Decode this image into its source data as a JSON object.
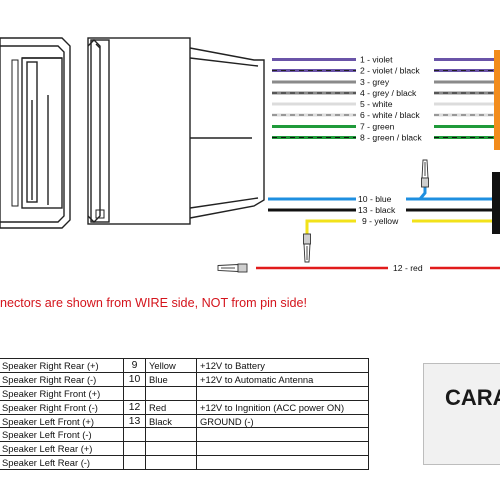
{
  "wires_top": [
    {
      "label": "1 - violet",
      "color": "#6a54a8"
    },
    {
      "label": "2 - violet / black",
      "color": "#6a54a8"
    },
    {
      "label": "3 - grey",
      "color": "#8a8a8a"
    },
    {
      "label": "4 - grey / black",
      "color": "#8a8a8a"
    },
    {
      "label": "5 - white",
      "color": "#dcdcdc"
    },
    {
      "label": "6 - white / black",
      "color": "#dcdcdc"
    },
    {
      "label": "7 - green",
      "color": "#1f9a3a"
    },
    {
      "label": "8 - green / black",
      "color": "#1f9a3a"
    }
  ],
  "wires_mid": [
    {
      "label": "10 - blue",
      "color": "#1e8fe0"
    },
    {
      "label": "13 - black",
      "color": "#111111"
    },
    {
      "label": "9 - yellow",
      "color": "#f2e21a"
    }
  ],
  "wire_red": {
    "label": "12 - red",
    "color": "#e11b1b"
  },
  "warning": "nectors are shown from WIRE side, NOT from pin side!",
  "pin_table": [
    [
      "Speaker Right Rear (+)",
      "9",
      "Yellow",
      "+12V to Battery"
    ],
    [
      "Speaker Right Rear (-)",
      "10",
      "Blue",
      "+12V to Automatic Antenna"
    ],
    [
      "Speaker Right Front (+)",
      "",
      "",
      ""
    ],
    [
      "Speaker Right Front (-)",
      "12",
      "Red",
      "+12V to Ingnition (ACC power ON)"
    ],
    [
      "Speaker Left Front (+)",
      "13",
      "Black",
      "GROUND (-)"
    ],
    [
      "Speaker Left Front (-)",
      "",
      "",
      ""
    ],
    [
      "Speaker Left Rear (+)",
      "",
      "",
      ""
    ],
    [
      "Speaker Left Rear (-)",
      "",
      "",
      ""
    ]
  ],
  "brand": "CARA",
  "colors": {
    "orange_connector": "#f28c1c",
    "black_connector": "#111111",
    "warning": "#d4141c"
  }
}
